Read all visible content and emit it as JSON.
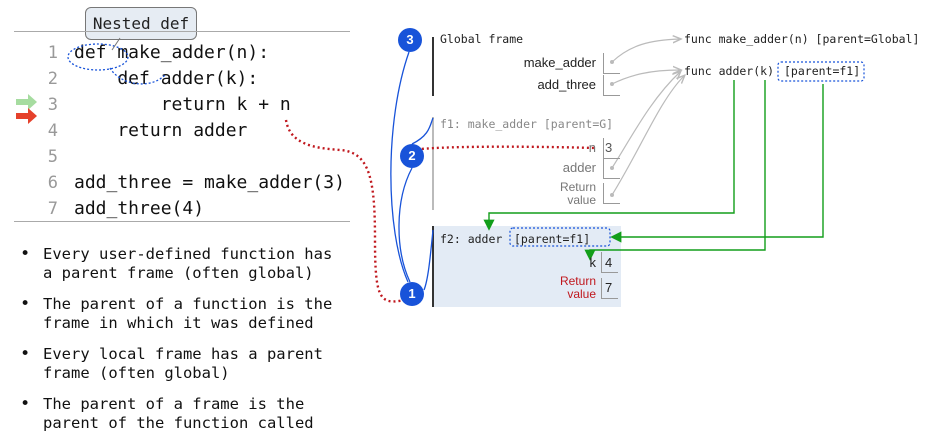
{
  "callout": {
    "label": "Nested def"
  },
  "code": {
    "lines": [
      {
        "num": "1",
        "text": "def make_adder(n):"
      },
      {
        "num": "2",
        "text": "    def adder(k):"
      },
      {
        "num": "3",
        "text": "        return k + n"
      },
      {
        "num": "4",
        "text": "    return adder"
      },
      {
        "num": "5",
        "text": ""
      },
      {
        "num": "6",
        "text": "add_three = make_adder(3)"
      },
      {
        "num": "7",
        "text": "add_three(4)"
      }
    ]
  },
  "bullets": [
    "Every user-defined function has\na parent frame (often global)",
    "The parent of a function is the\nframe in which it was defined",
    "Every local frame has a parent\nframe (often global)",
    "The parent of a frame is the\nparent of the function called"
  ],
  "global_frame": {
    "title": "Global frame",
    "vars": [
      "make_adder",
      "add_three"
    ]
  },
  "objects": {
    "make_adder": "func make_adder(n) [parent=Global]",
    "adder_prefix": "func adder(k)",
    "adder_parent": "[parent=f1]"
  },
  "f1_frame": {
    "title": "f1: make_adder [parent=G]",
    "n_label": "n",
    "n_value": "3",
    "adder_label": "adder",
    "return_label": "Return\nvalue"
  },
  "f2_frame": {
    "title": "f2: adder",
    "parent": "[parent=f1]",
    "k_label": "k",
    "k_value": "4",
    "return_label": "Return\nvalue",
    "return_value": "7"
  },
  "markers": [
    "3",
    "2",
    "1"
  ],
  "colors": {
    "blue": "#1853d9",
    "red": "#c0181e",
    "green": "#129e1a",
    "prev_arrow": "#a6dca0",
    "next_arrow": "#e5412b",
    "frame_bg": "#e3ebf5"
  }
}
